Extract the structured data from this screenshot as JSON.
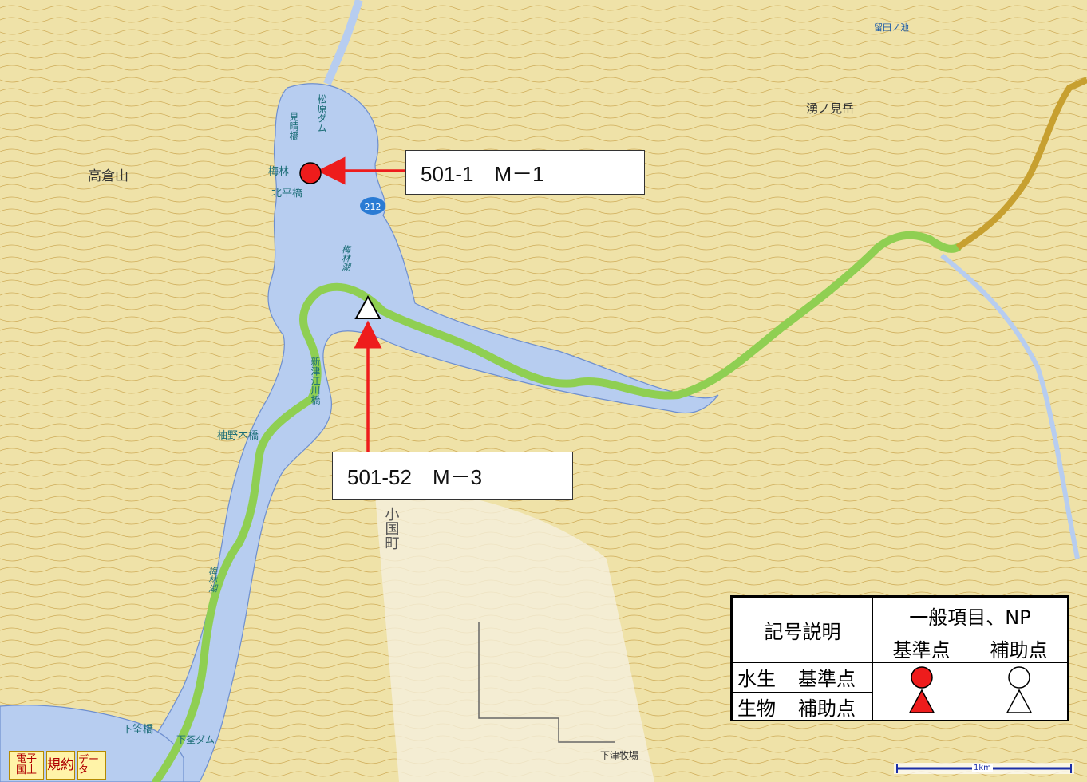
{
  "map_labels": {
    "takakurayama": "高倉山",
    "umebayashiko": "梅林湖",
    "umebayashiko_south": "梅林湖",
    "matsubara_dam": "松原ダム",
    "mihare_bashi": "見晴橋",
    "umebayashi": "梅林",
    "kitahira_bashi": "北平橋",
    "shintsue_bashi": "新津江川橋",
    "yuanoki_bashi": "柚野木橋",
    "oguni": "小国町",
    "shimouke_bashi": "下筌橋",
    "shimouke_dam": "下筌ダム",
    "yunomidake": "湧ノ見岳",
    "tomedanoike": "留田ノ池",
    "route": "212",
    "shimotsu_bokujo": "下津牧場"
  },
  "callouts": {
    "m1": "501-1　M－1",
    "m3": "501-52　M－3"
  },
  "legend": {
    "title": "記号説明",
    "header": "一般項目、NP",
    "col_base": "基準点",
    "col_aux": "補助点",
    "row_group_a": "水生",
    "row_group_b": "生物",
    "row_base": "基準点",
    "row_aux": "補助点"
  },
  "buttons": {
    "gsi": "電子国土",
    "terms": "規約",
    "data": "データ"
  },
  "scale": {
    "label": "1km"
  },
  "colors": {
    "water": "#b7cdf0",
    "river_green": "#8fcf52",
    "land": "#efe2a8",
    "marker_red": "#ee1c1c",
    "arrow_red": "#ee1c1c"
  }
}
